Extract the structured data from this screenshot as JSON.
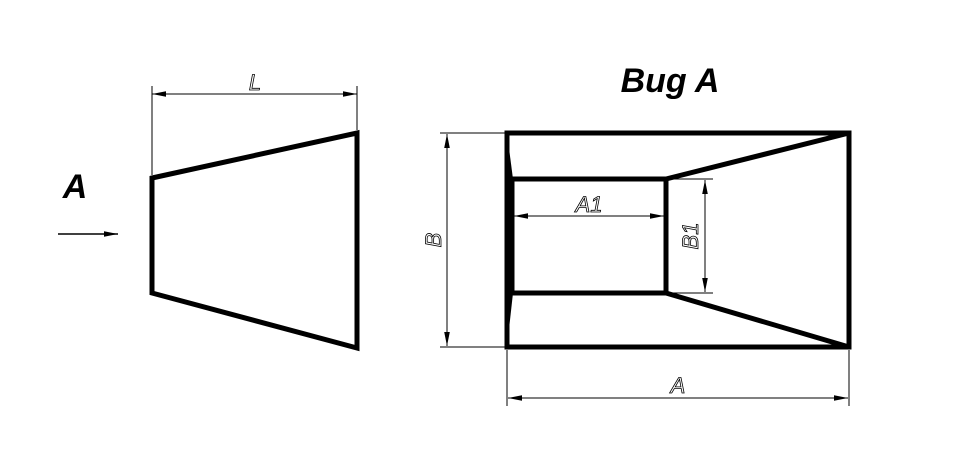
{
  "view_title": "Bug A",
  "view_arrow_label": "A",
  "dimensions": {
    "length": "L",
    "width_outer": "A",
    "height_outer": "B",
    "width_inner": "A1",
    "height_inner": "B1"
  }
}
